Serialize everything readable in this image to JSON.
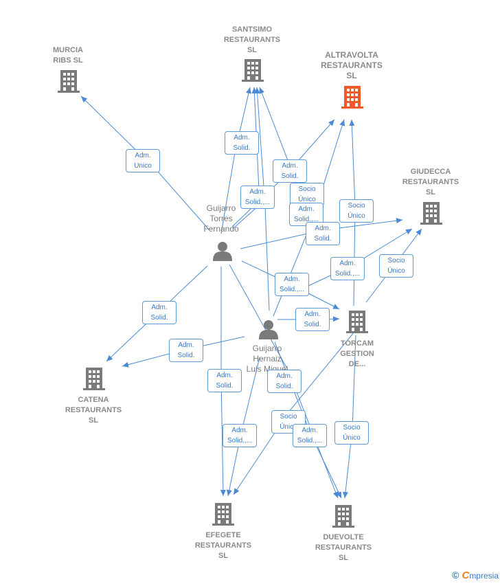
{
  "companies": {
    "murcia": {
      "label": "MURCIA\nRIBS SL",
      "icon": "building-icon"
    },
    "santsimo": {
      "label": "SANTSIMO\nRESTAURANTS\nSL",
      "icon": "building-icon"
    },
    "altravolta": {
      "label": "ALTRAVOLTA\nRESTAURANTS\nSL",
      "icon": "building-icon",
      "highlight": true
    },
    "giudecca": {
      "label": "GIUDECCA\nRESTAURANTS\nSL",
      "icon": "building-icon"
    },
    "torcam": {
      "label": "TORCAM\nGESTION\nDE...",
      "icon": "building-icon"
    },
    "catena": {
      "label": "CATENA\nRESTAURANTS\nSL",
      "icon": "building-icon"
    },
    "efegete": {
      "label": "EFEGETE\nRESTAURANTS\nSL",
      "icon": "building-icon"
    },
    "duevolte": {
      "label": "DUEVOLTE\nRESTAURANTS\nSL",
      "icon": "building-icon"
    }
  },
  "persons": {
    "fernando": {
      "label": "Guijarro\nTorres\nFernando",
      "icon": "person-icon"
    },
    "luis": {
      "label": "Guijarro\nHernaiz\nLuis Miguel",
      "icon": "person-icon"
    }
  },
  "edge_labels": [
    {
      "text": "Adm.\nUnico"
    },
    {
      "text": "Adm.\nSolid."
    },
    {
      "text": "Adm.\nSolid."
    },
    {
      "text": "Adm.\nSolid.,..."
    },
    {
      "text": "Socio\nÚnico"
    },
    {
      "text": "Adm.\nSolid.,..."
    },
    {
      "text": "Adm.\nSolid."
    },
    {
      "text": "Socio\nÚnico"
    },
    {
      "text": "Adm.\nSolid.,..."
    },
    {
      "text": "Socio\nÚnico"
    },
    {
      "text": "Adm.\nSolid."
    },
    {
      "text": "Adm.\nSolid.,..."
    },
    {
      "text": "Adm.\nSolid."
    },
    {
      "text": "Adm.\nSolid."
    },
    {
      "text": "Adm.\nSolid."
    },
    {
      "text": "Adm.\nSolid."
    },
    {
      "text": "Adm.\nSolid.,..."
    },
    {
      "text": "Socio\nÚnico"
    },
    {
      "text": "Adm.\nSolid.,..."
    },
    {
      "text": "Socio\nÚnico"
    }
  ],
  "colors": {
    "edge": "#4a8ad4",
    "building": "#7a7a7a",
    "building_highlight": "#f05a28",
    "person": "#7a7a7a"
  },
  "footer": {
    "copyright": "©",
    "brand_initial": "C",
    "brand_rest": "mpresia"
  }
}
